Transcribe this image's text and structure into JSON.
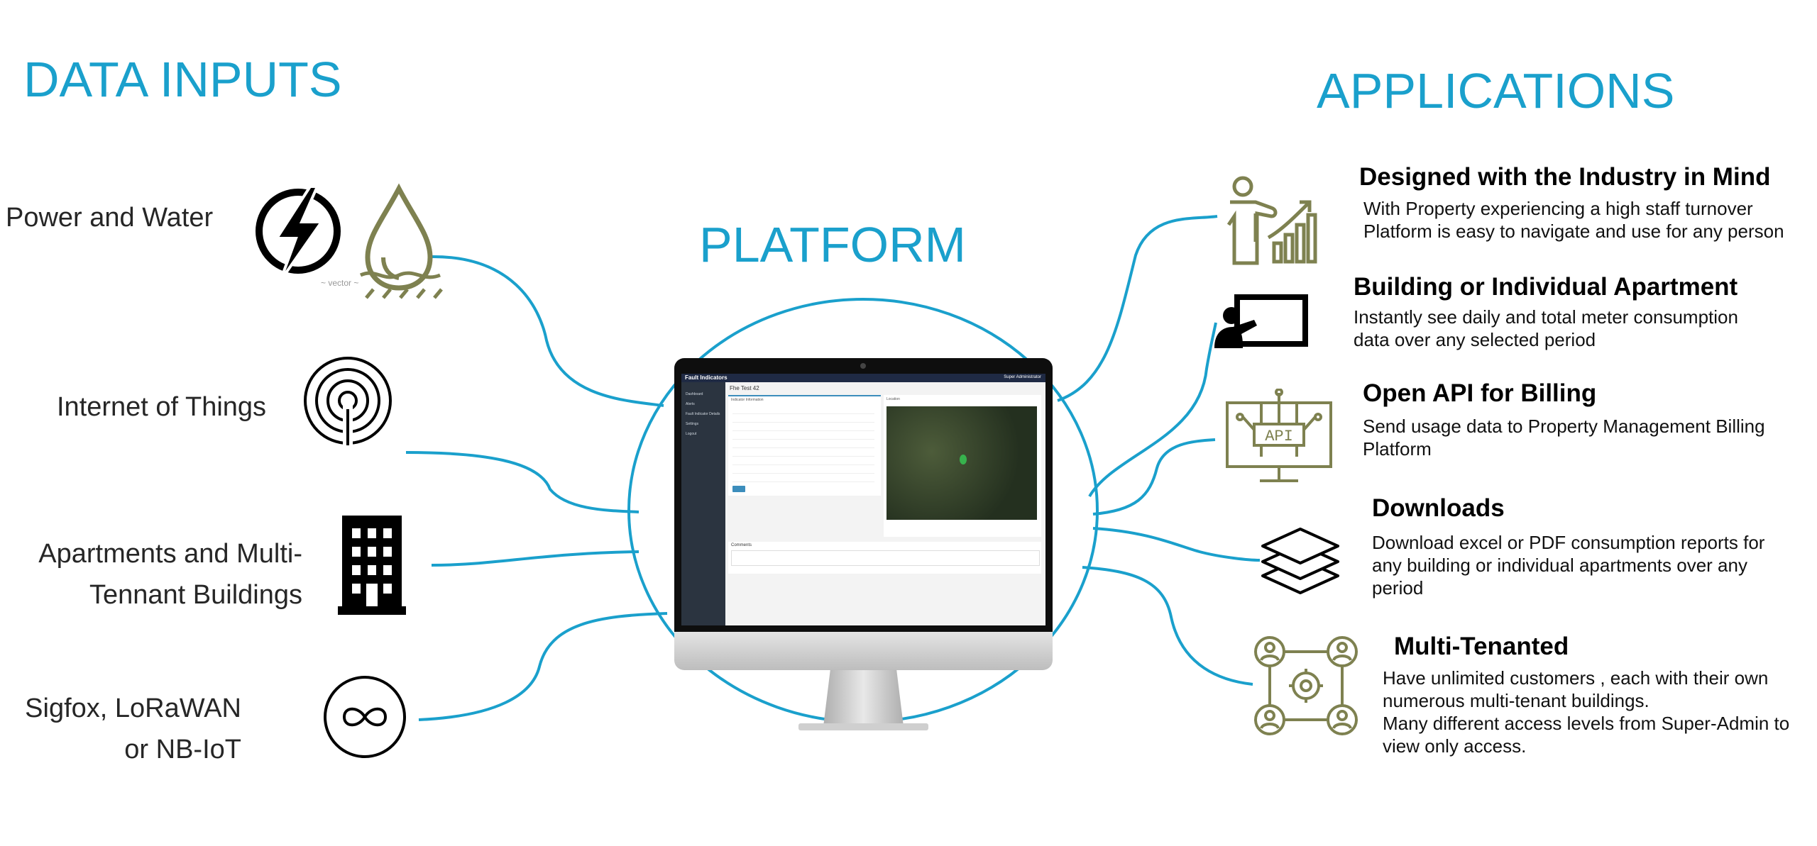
{
  "titles": {
    "data_inputs": "DATA INPUTS",
    "platform": "PLATFORM",
    "applications": "APPLICATIONS"
  },
  "inputs": [
    {
      "label": "Power and Water",
      "icons": [
        "lightning-bolt-icon",
        "water-drop-icon"
      ]
    },
    {
      "label": "Internet  of Things",
      "icons": [
        "iot-signal-icon"
      ]
    },
    {
      "label_line1": "Apartments and Multi-",
      "label_line2": "Tennant Buildings",
      "icons": [
        "building-icon"
      ]
    },
    {
      "label_line1": "Sigfox, LoRaWAN",
      "label_line2": "or NB-IoT",
      "icons": [
        "infinity-icon"
      ]
    }
  ],
  "vector_caption": "vector",
  "applications": [
    {
      "heading": "Designed with the Industry in Mind",
      "desc_lines": [
        "With Property experiencing a high staff turnover",
        "Platform is easy to navigate and use for any person"
      ],
      "icon": "presenter-chart-icon"
    },
    {
      "heading": "Building or Individual Apartment",
      "desc_lines": [
        "Instantly see daily and total meter consumption",
        "data over any selected period"
      ],
      "icon": "whiteboard-presenter-icon"
    },
    {
      "heading": "Open API for Billing",
      "desc_lines": [
        "Send usage data to Property Management Billing",
        "Platform"
      ],
      "icon": "api-monitor-icon"
    },
    {
      "heading": "Downloads",
      "desc_lines": [
        "Download excel or PDF consumption reports for",
        "any building or individual apartments over any",
        "period"
      ],
      "icon": "layers-icon"
    },
    {
      "heading": "Multi-Tenanted",
      "desc_lines": [
        "Have unlimited customers , each with their own",
        "numerous multi-tenant  buildings.",
        "Many different access levels from Super-Admin to",
        "view only access."
      ],
      "icon": "users-gear-icon"
    }
  ],
  "screen": {
    "brand": "Fault Indicators",
    "topbar_right": "Super Administrator",
    "sidebar": [
      "Dashboard",
      "Alerts",
      "Fault Indicator Details",
      "Settings",
      "Logout"
    ],
    "page_title": "Fhe Test 42",
    "card_title": "Indicator Information",
    "map_title": "Location",
    "comments_title": "Comments"
  },
  "colors": {
    "accent": "#1aa0cc",
    "olive": "#7e8150"
  }
}
